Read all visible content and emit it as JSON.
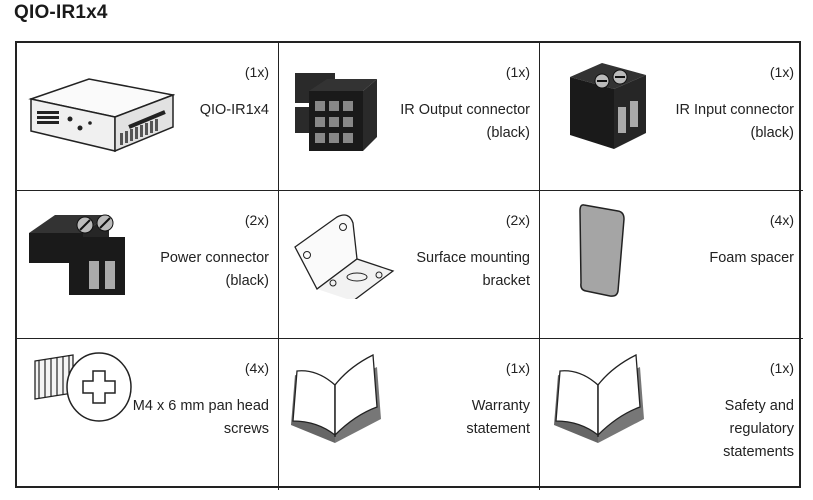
{
  "page_title": "QIO-IR1x4",
  "items": [
    {
      "qty": "(1x)",
      "label": "QIO-IR1x4",
      "icon": "device-unit-icon"
    },
    {
      "qty": "(1x)",
      "label": "IR Output connector\n(black)",
      "icon": "ir-output-connector-icon"
    },
    {
      "qty": "(1x)",
      "label": "IR Input connector\n(black)",
      "icon": "ir-input-connector-icon"
    },
    {
      "qty": "(2x)",
      "label": "Power connector\n(black)",
      "icon": "power-connector-icon"
    },
    {
      "qty": "(2x)",
      "label": "Surface mounting\nbracket",
      "icon": "mounting-bracket-icon"
    },
    {
      "qty": "(4x)",
      "label": "Foam spacer",
      "icon": "foam-spacer-icon"
    },
    {
      "qty": "(4x)",
      "label": "M4 x 6 mm pan head\nscrews",
      "icon": "screw-icon"
    },
    {
      "qty": "(1x)",
      "label": "Warranty\nstatement",
      "icon": "booklet-icon"
    },
    {
      "qty": "(1x)",
      "label": "Safety and\nregulatory\nstatements",
      "icon": "booklet-icon"
    }
  ]
}
